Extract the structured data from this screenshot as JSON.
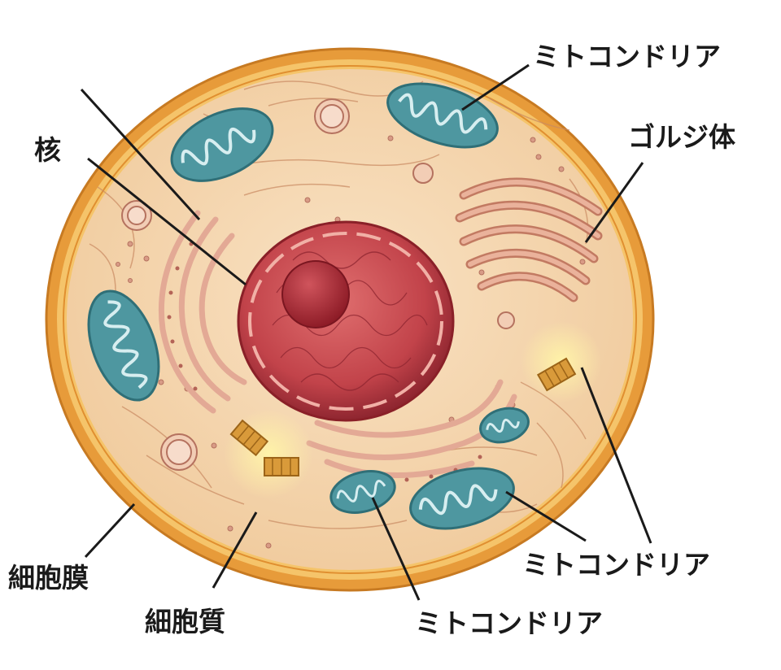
{
  "diagram": {
    "labels": {
      "nucleus": "核",
      "mito_top": "ミトコンドリア",
      "golgi": "ゴルジ体",
      "membrane": "細胞膜",
      "cytoplasm": "細胞質",
      "mito_right": "ミトコンドリア",
      "mito_bottom": "ミトコンドリア"
    },
    "colors": {
      "membrane": "#e79b3a",
      "membrane_inner": "#f5c46a",
      "cytoplasm": "#f6d9b4",
      "nucleus": "#c2434a",
      "nucleolus": "#a32430",
      "mitochondria": "#4e97a0",
      "golgi": "#d9957a",
      "er": "#d79a86",
      "centriole": "#d99a3a"
    }
  }
}
